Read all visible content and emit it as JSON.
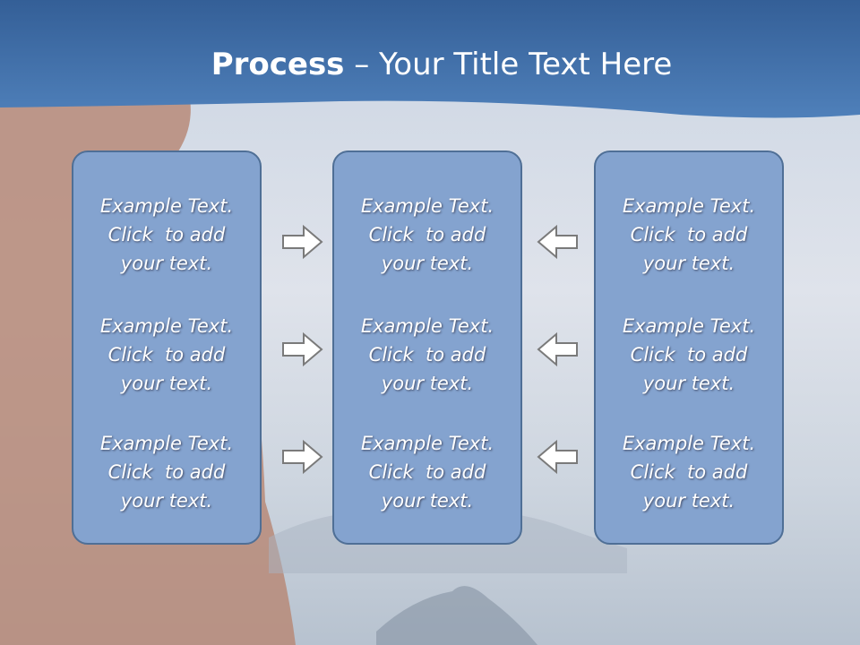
{
  "title": {
    "bold": "Process",
    "rest": " – Your Title Text Here"
  },
  "colors": {
    "header": "#4a7ab5",
    "panel_fill": "#84a3cf",
    "panel_border": "#4f6f96",
    "text": "#ffffff",
    "arrow_fill": "#ffffff",
    "arrow_stroke": "#7a7a7a"
  },
  "columns": [
    {
      "blocks": [
        [
          "Example Text.",
          "Click  to add",
          "your text."
        ],
        [
          "Example Text.",
          "Click  to add",
          "your text."
        ],
        [
          "Example Text.",
          "Click  to add",
          "your text."
        ]
      ]
    },
    {
      "blocks": [
        [
          "Example Text.",
          "Click  to add",
          "your text."
        ],
        [
          "Example Text.",
          "Click  to add",
          "your text."
        ],
        [
          "Example Text.",
          "Click  to add",
          "your text."
        ]
      ]
    },
    {
      "blocks": [
        [
          "Example Text.",
          "Click  to add",
          "your text."
        ],
        [
          "Example Text.",
          "Click  to add",
          "your text."
        ],
        [
          "Example Text.",
          "Click  to add",
          "your text."
        ]
      ]
    }
  ],
  "arrows": {
    "left_gap": [
      "right",
      "right",
      "right"
    ],
    "right_gap": [
      "left",
      "left",
      "left"
    ]
  }
}
